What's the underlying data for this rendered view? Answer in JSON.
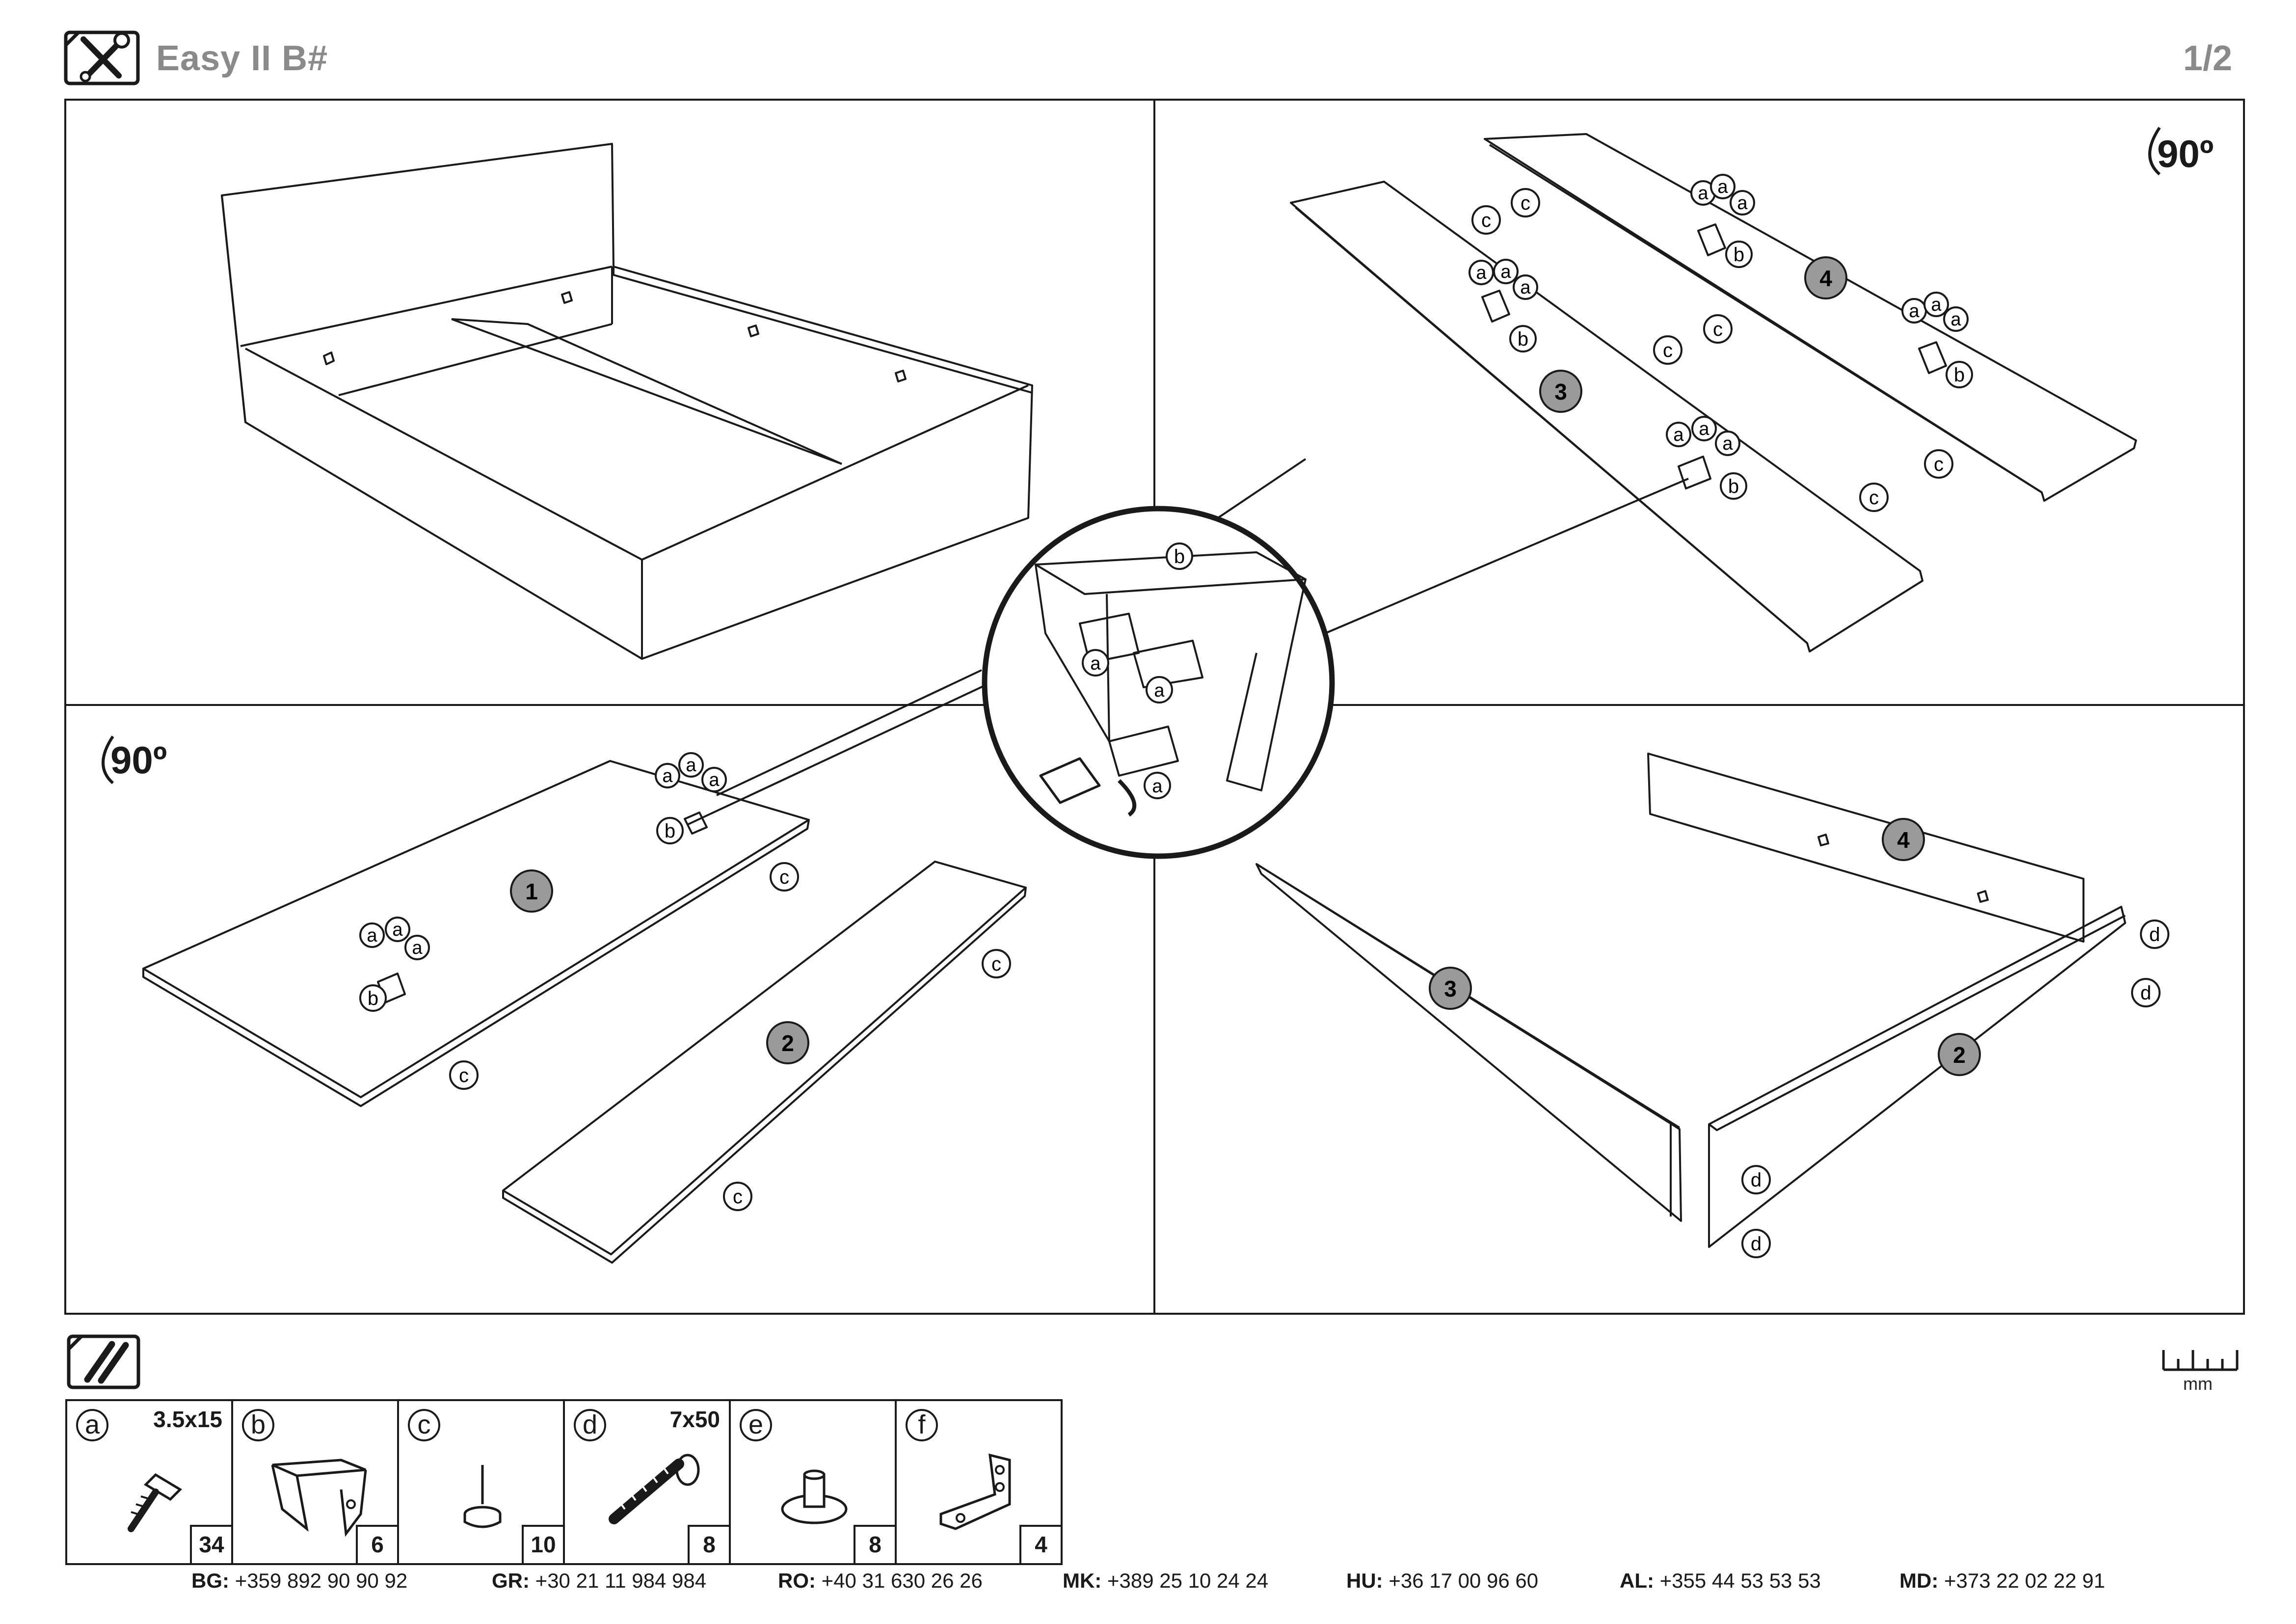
{
  "header": {
    "title": "Easy II B#",
    "page": "1/2",
    "tools_icon": "screwdriver-wrench-icon"
  },
  "steps": {
    "top_right_rotation": "90º",
    "bottom_left_rotation": "90º"
  },
  "callouts": {
    "panels": [
      "1",
      "2",
      "3",
      "4"
    ],
    "hardware": [
      "a",
      "b",
      "c",
      "d"
    ]
  },
  "parts_header_icon": "hardware-pack-icon",
  "ruler_unit": "mm",
  "parts": [
    {
      "letter": "a",
      "size": "3.5x15",
      "qty": "34",
      "icon": "wood-screw-icon"
    },
    {
      "letter": "b",
      "size": "",
      "qty": "6",
      "icon": "plastic-bracket-icon"
    },
    {
      "letter": "c",
      "size": "",
      "qty": "10",
      "icon": "nail-glide-icon"
    },
    {
      "letter": "d",
      "size": "7x50",
      "qty": "8",
      "icon": "confirmat-screw-icon"
    },
    {
      "letter": "e",
      "size": "",
      "qty": "8",
      "icon": "plastic-foot-icon"
    },
    {
      "letter": "f",
      "size": "",
      "qty": "4",
      "icon": "angle-bracket-icon"
    }
  ],
  "contacts": [
    {
      "code": "BG:",
      "phone": "+359 892 90 90 92"
    },
    {
      "code": "GR:",
      "phone": "+30 21 11 984 984"
    },
    {
      "code": "RO:",
      "phone": "+40 31 630 26 26"
    },
    {
      "code": "MK:",
      "phone": "+389 25 10 24 24"
    },
    {
      "code": "HU:",
      "phone": "+36 17 00 96 60"
    },
    {
      "code": "AL:",
      "phone": "+355 44 53 53 53"
    },
    {
      "code": "MD:",
      "phone": "+373 22 02 22 91"
    }
  ]
}
